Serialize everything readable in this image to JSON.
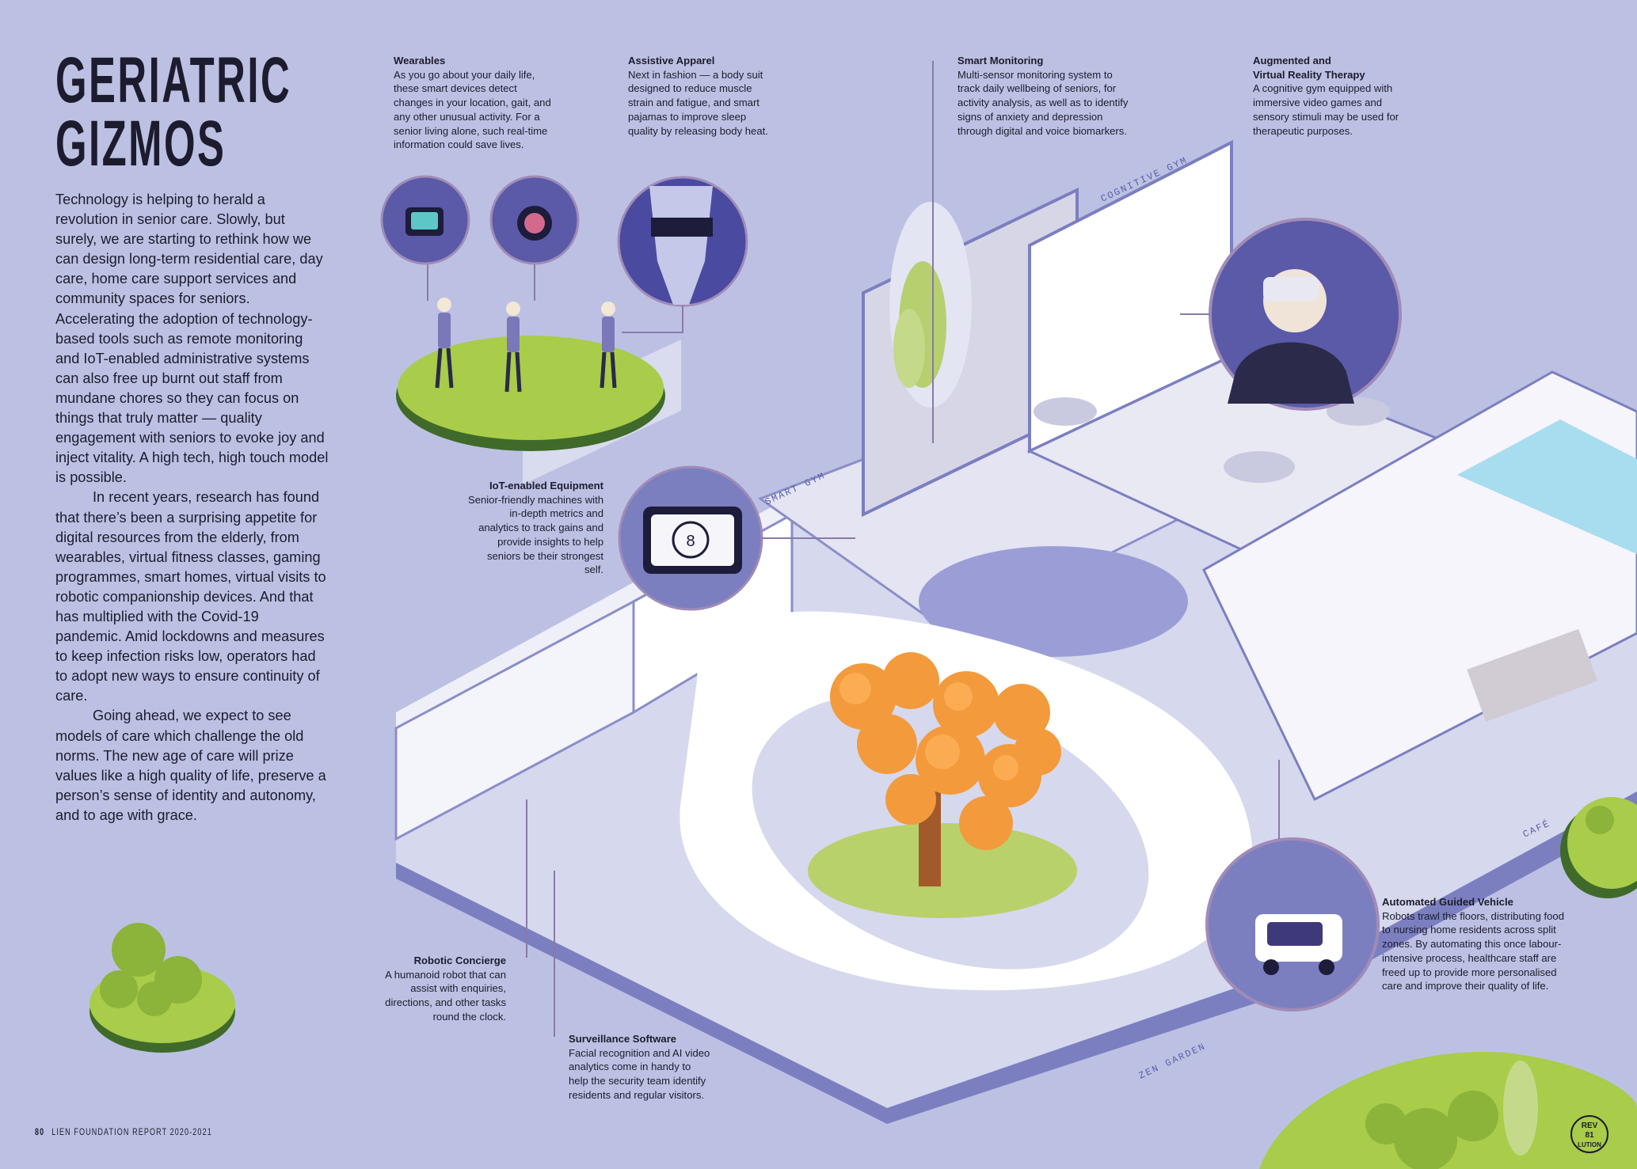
{
  "title": {
    "line1": "GERIATRIC",
    "line2": "GIZMOS"
  },
  "intro": {
    "p1": "Technology is helping to herald a revolution in senior care. Slowly, but surely, we are starting to rethink how we can design long-term residential care, day care, home care support services and community spaces for seniors. Accelerating the adoption of technology-based tools such as remote monitoring and IoT-enabled administrative systems can also free up burnt out staff from mundane chores so they can focus on things that truly matter — quality engagement with seniors to evoke joy and inject vitality. A high tech, high touch model is possible.",
    "p2": "In recent years, research has found that there’s been a surprising appetite for digital resources from the elderly, from wearables, virtual fitness classes, gaming programmes, smart homes, virtual visits to robotic companionship devices. And that has multiplied with the Covid-19 pandemic. Amid lockdowns and measures to keep infection risks low, operators had to adopt new ways to ensure continuity of care.",
    "p3": "Going ahead, we expect to see models of care which challenge the old norms. The new age of care will prize values like a high quality of life, preserve a person’s sense of identity and autonomy, and to age with grace."
  },
  "callouts": {
    "wearables": {
      "heading": "Wearables",
      "body": "As you go about your daily life, these smart devices detect changes in your location, gait, and any other unusual activity. For a senior living alone, such real-time information could save lives."
    },
    "apparel": {
      "heading": "Assistive Apparel",
      "body": "Next in fashion — a body suit designed to reduce muscle strain and fatigue, and smart pajamas to improve sleep quality by releasing body heat."
    },
    "monitoring": {
      "heading": "Smart Monitoring",
      "body": "Multi-sensor monitoring system to track daily wellbeing of seniors, for activity analysis, as well as to identify signs of anxiety and depression through digital and voice biomarkers."
    },
    "vr": {
      "heading1": "Augmented and",
      "heading2": "Virtual Reality Therapy",
      "body": "A cognitive gym equipped with immersive video games and sensory stimuli may be used for therapeutic purposes."
    },
    "iot": {
      "heading": "IoT-enabled Equipment",
      "body": "Senior-friendly machines with in-depth metrics and analytics to track gains and provide insights to help seniors be their strongest self."
    },
    "concierge": {
      "heading": "Robotic Concierge",
      "body": "A humanoid robot that can assist with enquiries, directions, and other tasks round the clock."
    },
    "surveillance": {
      "heading": "Surveillance Software",
      "body": "Facial recognition and AI video analytics come in handy to help the security team identify residents and regular visitors."
    },
    "agv": {
      "heading": "Automated Guided Vehicle",
      "body": "Robots trawl the floors, distributing food to nursing home residents across split zones. By automating this once labour-intensive process, healthcare staff are freed up to provide more personalised care and improve their quality of life."
    }
  },
  "zones": {
    "cognitive": "COGNITIVE GYM",
    "smart": "SMART GYM",
    "cafe": "CAFÉ",
    "zen": "ZEN GARDEN"
  },
  "device_reading": "8",
  "footer": {
    "page": "80",
    "text": "LIEN FOUNDATION REPORT 2020-2021"
  },
  "logo": {
    "line1": "REV",
    "line2": "81",
    "line3": "LUTION"
  },
  "colors": {
    "background": "#bcc1e3",
    "accent": "#6b6fb7",
    "lime": "#a9cc4a",
    "orange": "#f39a3c",
    "ink": "#1d1c2e"
  }
}
